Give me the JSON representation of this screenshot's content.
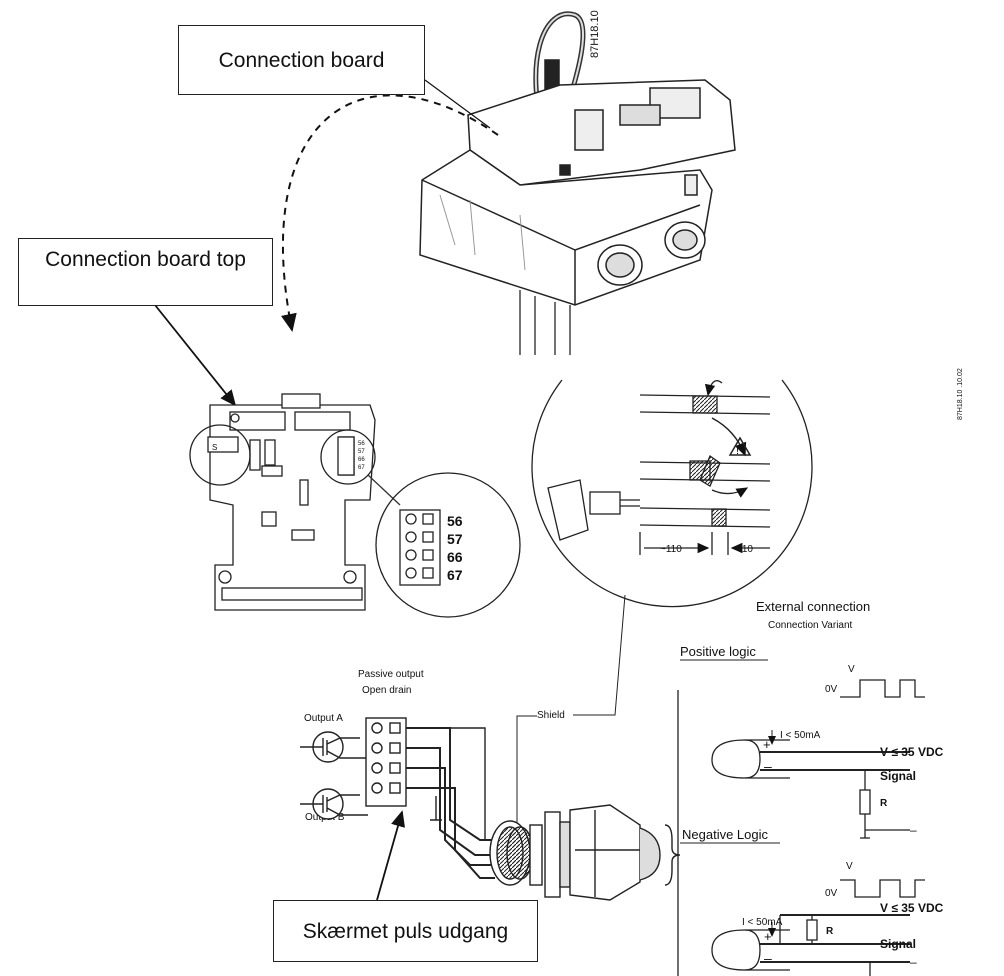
{
  "callouts": {
    "connection_board": "Connection board",
    "connection_board_top": "Connection board top",
    "shielded_pulse_output": "Skærmet puls udgang"
  },
  "figure_codes": {
    "top": "87H18.10",
    "right": "87H18.10 .10.02"
  },
  "terminals": [
    "56",
    "57",
    "66",
    "67"
  ],
  "board_labels": [
    "56",
    "57",
    "66",
    "67"
  ],
  "board_small_labels": "S",
  "detail": {
    "dim_strip": "~110",
    "dim_bare": "~10"
  },
  "wiring": {
    "passive_output": "Passive output",
    "open_drain": "Open drain",
    "output_a": "Output A",
    "output_b": "Output B",
    "shield": "Shield"
  },
  "external": {
    "title": "External connection",
    "subtitle": "Connection Variant",
    "positive_logic": "Positive logic",
    "negative_logic": "Negative Logic",
    "v": "V",
    "zero_v": "0V",
    "current_limit": "I < 50mA",
    "voltage_limit": "V ≤ 35 VDC",
    "signal": "Signal",
    "resistor": "R",
    "plus": "+",
    "minus": "–"
  }
}
